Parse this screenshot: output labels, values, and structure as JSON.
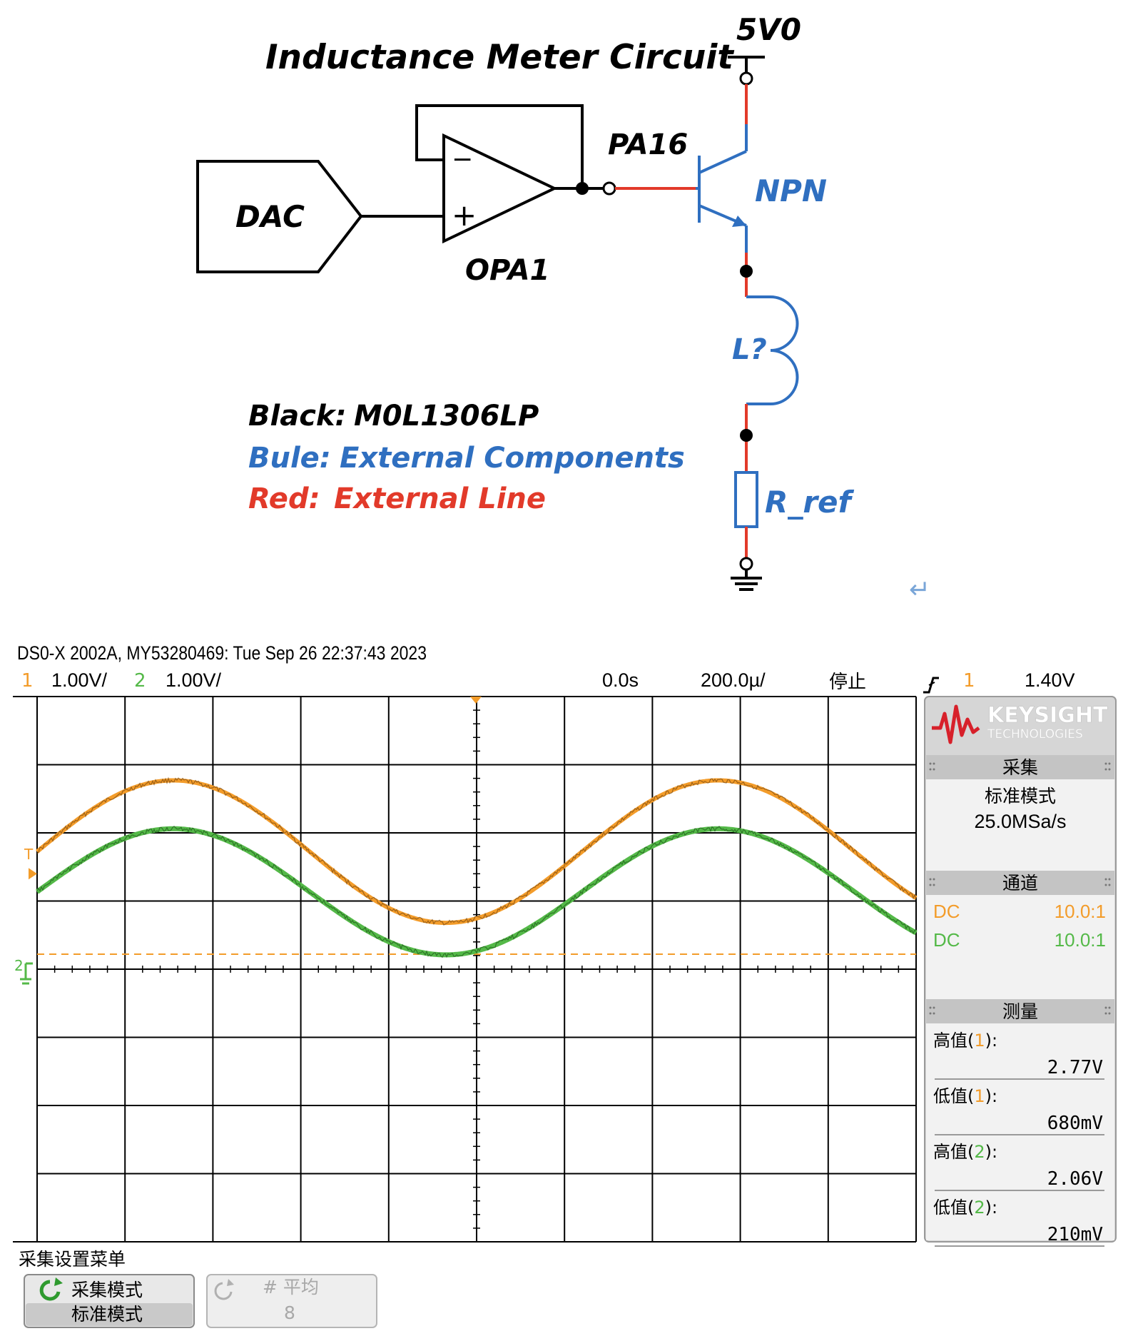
{
  "schematic": {
    "title": "Inductance Meter Circuit",
    "supply_label": "5V0",
    "dac_label": "DAC",
    "opamp_label": "OPA1",
    "opamp_minus": "−",
    "opamp_plus": "+",
    "pin_label": "PA16",
    "transistor_label": "NPN",
    "inductor_label": "L?",
    "resistor_label": "R_ref",
    "return_mark": "↵",
    "legend": [
      {
        "key": "Black:",
        "value": "M0L1306LP",
        "color": "#000000"
      },
      {
        "key": "Bule:",
        "value": "External Components",
        "color": "#2f6fc0"
      },
      {
        "key": "Red:",
        "value": "External Line",
        "color": "#e23a2a"
      }
    ],
    "colors": {
      "black": "#000000",
      "blue": "#2f6fc0",
      "red": "#e23a2a"
    }
  },
  "scope": {
    "header": "DS0-X 2002A, MY53280469: Tue Sep 26 22:37:43 2023",
    "ch1_num": "1",
    "ch1_scale": "1.00V/",
    "ch2_num": "2",
    "ch2_scale": "1.00V/",
    "time_offset": "0.0s",
    "timebase": "200.0µ/",
    "run_state": "停止",
    "trigger_icon": "trigger-edge-icon",
    "trigger_ch": "1",
    "trigger_level": "1.40V",
    "brand": "KEYSIGHT",
    "brand_sub": "TECHNOLOGIES",
    "acq_title": "采集",
    "acq_mode": "标准模式",
    "acq_rate": "25.0MSa/s",
    "chan_title": "通道",
    "chan_rows": [
      {
        "coupling": "DC",
        "probe": "10.0:1",
        "color": "#f39c2a"
      },
      {
        "coupling": "DC",
        "probe": "10.0:1",
        "color": "#54b948"
      }
    ],
    "meas_title": "测量",
    "measurements": [
      {
        "label_pre": "高值(",
        "ch": "1",
        "label_post": "):",
        "value": "2.77V",
        "color": "#f39c2a"
      },
      {
        "label_pre": "低值(",
        "ch": "1",
        "label_post": "):",
        "value": "680mV",
        "color": "#f39c2a"
      },
      {
        "label_pre": "高值(",
        "ch": "2",
        "label_post": "):",
        "value": "2.06V",
        "color": "#54b948"
      },
      {
        "label_pre": "低值(",
        "ch": "2",
        "label_post": "):",
        "value": "210mV",
        "color": "#54b948"
      }
    ],
    "menu_title": "采集设置菜单",
    "softkeys": [
      {
        "line1": "采集模式",
        "line2": "标准模式",
        "enabled": true
      },
      {
        "line1": "# 平均",
        "line2": "8",
        "enabled": false
      }
    ],
    "trigger_marker": "T",
    "ground_marker": "2",
    "colors": {
      "ch1": "#f39c2a",
      "ch2": "#54b948",
      "grid": "#000000"
    },
    "chart_data": {
      "type": "line",
      "title": "",
      "xlabel": "",
      "ylabel": "",
      "x_unit": "s",
      "xlim": [
        -0.001,
        0.001
      ],
      "ylim": [
        -4,
        4
      ],
      "grid": true,
      "series": [
        {
          "name": "1",
          "high": 2.77,
          "low": 0.68,
          "period": 0.00124,
          "phase_peak_t": -0.00069
        },
        {
          "name": "2",
          "high": 2.06,
          "low": 0.21,
          "period": 0.00124,
          "phase_peak_t": -0.00069
        }
      ],
      "trigger_level": 1.4
    }
  }
}
